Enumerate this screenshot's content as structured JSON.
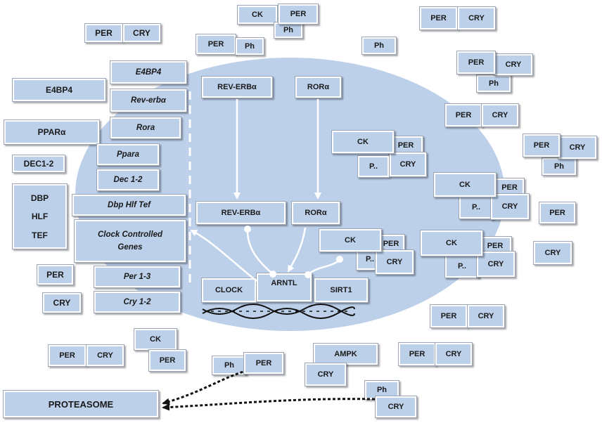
{
  "colors": {
    "box_fill": "#bdd0ea",
    "cell_fill": "#bdd0ea",
    "arrow": "#111111",
    "dna": "#111111"
  },
  "labels": {
    "per": "PER",
    "cry": "CRY",
    "ck": "CK",
    "ph": "Ph",
    "p_trunc": "P..",
    "e4bp4": "E4BP4",
    "ppara_up": "PPARα",
    "dec12": "DEC1-2",
    "dbp": "DBP",
    "hlf": "HLF",
    "tef": "TEF",
    "e4bp4_gene": "E4BP4",
    "rev_erba_gene": "Rev-erbα",
    "rora_gene": "Rora",
    "ppara_gene": "Ppara",
    "dec12_gene": "Dec 1-2",
    "dbp_hlf_tef_gene": "Dbp Hlf Tef",
    "clock_controlled_genes": "Clock Controlled Genes",
    "per13_gene": "Per 1-3",
    "cry12_gene": "Cry 1-2",
    "rev_erba": "REV-ERBα",
    "rora": "RORα",
    "clock": "CLOCK",
    "arntl": "ARNTL",
    "sirt1": "SIRT1",
    "ampk": "AMPK",
    "proteasome": "PROTEASOME"
  }
}
